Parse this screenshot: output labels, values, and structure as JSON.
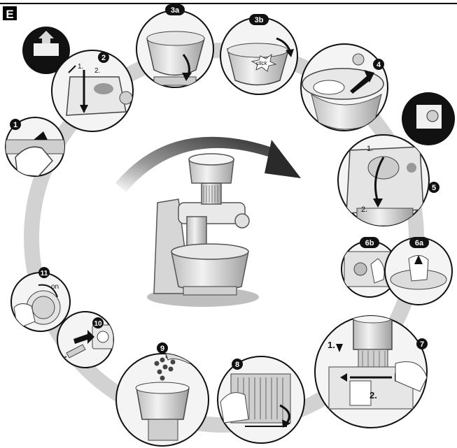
{
  "section_letter": "E",
  "steps": {
    "s1": "1",
    "s2": "2",
    "s3a": "3a",
    "s3b": "3b",
    "s4": "4",
    "s5": "5",
    "s6a": "6a",
    "s6b": "6b",
    "s7": "7",
    "s8": "8",
    "s9": "9",
    "s10": "10",
    "s11": "11"
  },
  "labels": {
    "click": "click",
    "on": "on",
    "sub1": "1.",
    "sub2": "2."
  },
  "icons": {
    "section_badge": "letter-e-badge",
    "main_arrow": "curved-arrow-icon",
    "mixer": "stand-mixer-with-meat-grinder",
    "plug": "power-plug-icon"
  }
}
